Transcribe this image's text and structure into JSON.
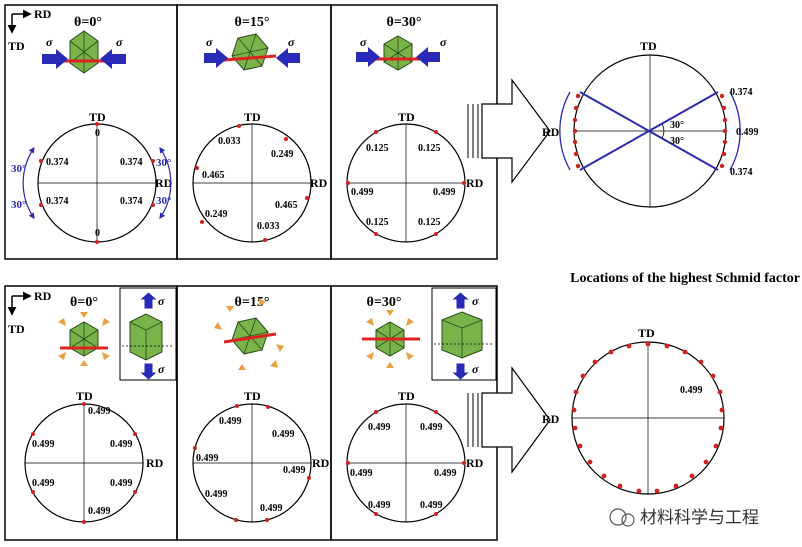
{
  "rd_label": "RD",
  "td_label": "TD",
  "sigma": "σ",
  "caption": "Locations of the highest Schmid factor",
  "watermark": "材料科学与工程",
  "top": {
    "panels": [
      {
        "theta": "θ=0°",
        "values": [
          {
            "t": "0"
          },
          {
            "t": "0.374"
          },
          {
            "t": "0.374"
          },
          {
            "t": "0.374"
          },
          {
            "t": "0.374"
          },
          {
            "t": "0"
          }
        ],
        "angles": [
          "30°",
          "30°",
          "30°",
          "30°"
        ]
      },
      {
        "theta": "θ=15°",
        "values": [
          {
            "t": "0.033"
          },
          {
            "t": "0.249"
          },
          {
            "t": "0.465"
          },
          {
            "t": "0.465"
          },
          {
            "t": "0.249"
          },
          {
            "t": "0.033"
          }
        ]
      },
      {
        "theta": "θ=30°",
        "values": [
          {
            "t": "0.125"
          },
          {
            "t": "0.125"
          },
          {
            "t": "0.499"
          },
          {
            "t": "0.499"
          },
          {
            "t": "0.125"
          },
          {
            "t": "0.125"
          }
        ]
      }
    ],
    "summary": {
      "values": [
        "0.374",
        "0.499",
        "0.374"
      ],
      "angles": [
        "30°",
        "30°"
      ]
    }
  },
  "bottom": {
    "panels": [
      {
        "theta": "θ=0°",
        "values": [
          "0.499",
          "0.499",
          "0.499",
          "0.499",
          "0.499",
          "0.499"
        ]
      },
      {
        "theta": "θ=15°",
        "values": [
          "0.499",
          "0.499",
          "0.499",
          "0.499",
          "0.499",
          "0.499"
        ]
      },
      {
        "theta": "θ=30°",
        "values": [
          "0.499",
          "0.499",
          "0.499",
          "0.499",
          "0.499",
          "0.499"
        ]
      }
    ],
    "summary": {
      "value": "0.499"
    }
  }
}
